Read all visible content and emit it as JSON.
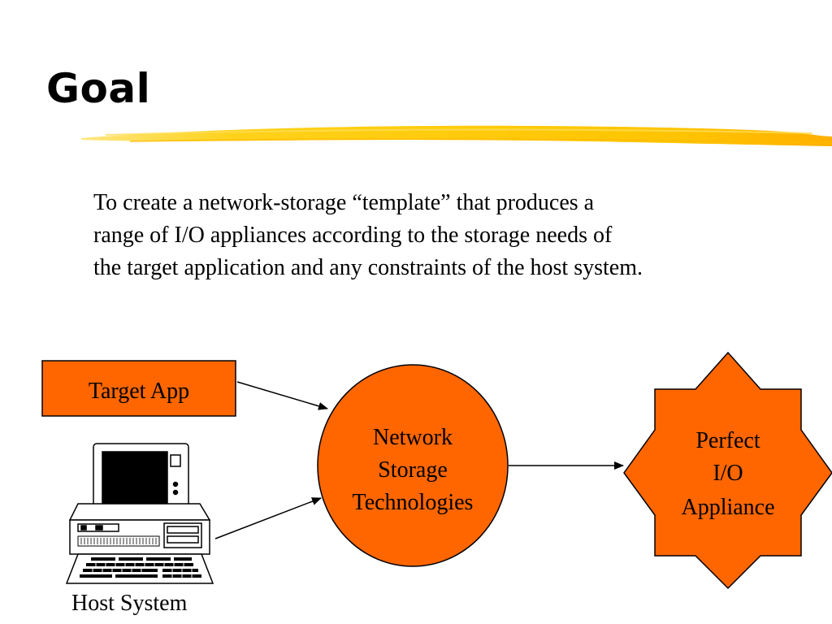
{
  "slide": {
    "title": "Goal",
    "body_lines": [
      "To create a network-storage “template” that produces a",
      "range of I/O appliances according to the storage needs of",
      "the target application and any constraints of the host system."
    ]
  },
  "diagram": {
    "target_app": "Target App",
    "host_system": "Host System",
    "network_storage": [
      "Network",
      "Storage",
      "Technologies"
    ],
    "perfect_io": [
      "Perfect",
      "I/O",
      "Appliance"
    ],
    "fill_color": "#ff6600",
    "accent_color": "#ffcc00"
  }
}
